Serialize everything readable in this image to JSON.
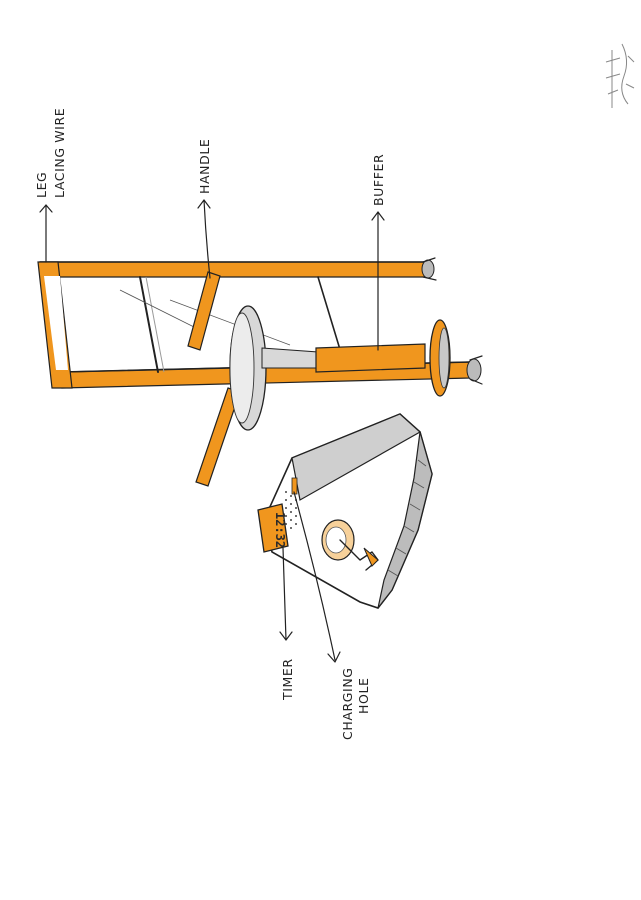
{
  "labels": {
    "leg": "LEG",
    "lacing_wire": "LACING WIRE",
    "handle": "HANDLE",
    "buffer": "BUFFER",
    "timer": "TIMER",
    "charging": "CHARGING",
    "hole": "HOLE"
  },
  "display": {
    "time": "12:32"
  },
  "colors": {
    "accent": "#f0961e",
    "ink": "#222222",
    "grey": "#d8d8d8"
  }
}
